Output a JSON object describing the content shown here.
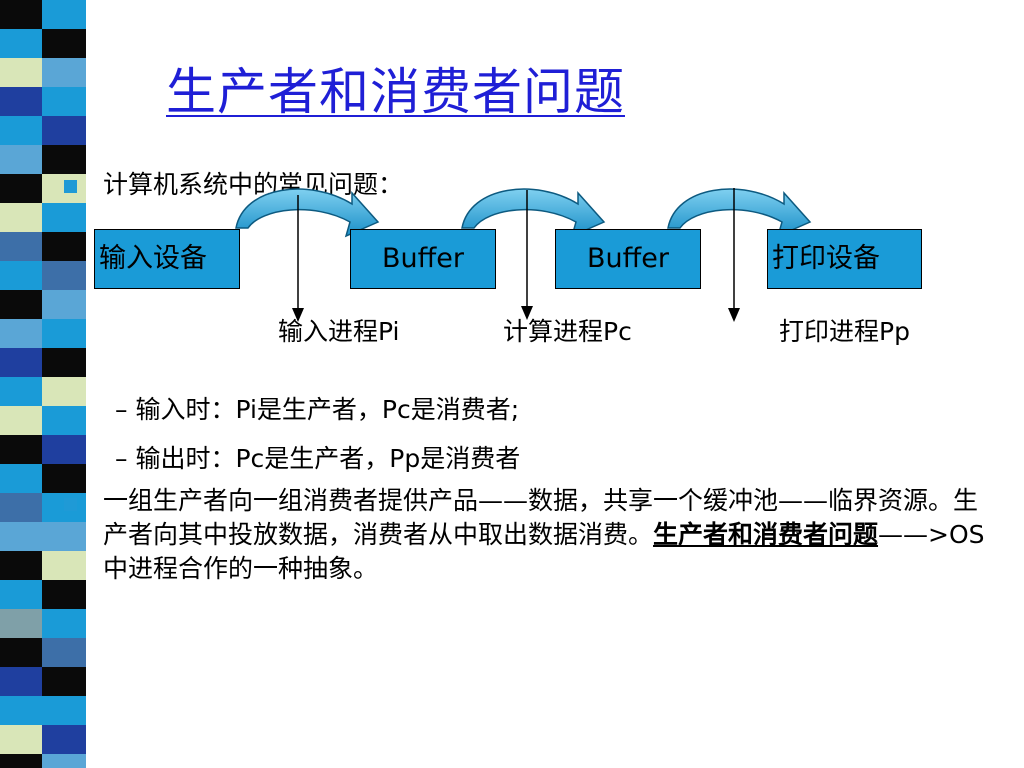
{
  "title": "生产者和消费者问题",
  "bullet1": "计算机系统中的常见问题：",
  "boxes": [
    "输入设备",
    "Buffer",
    "Buffer",
    "打印设备"
  ],
  "processes": [
    "输入进程Pi",
    "计算进程Pc",
    "打印进程Pp"
  ],
  "sub1": "– 输入时：Pi是生产者，Pc是消费者;",
  "sub2": "– 输出时：Pc是生产者，Pp是消费者",
  "para": {
    "part1": "一组生产者向一组消费者提供产品——数据，共享一个缓冲池——临界资源。生产者向其中投放数据，消费者从中取出数据消费。",
    "emphasis": "生产者和消费者问题",
    "part2": "——>OS中进程合作的一种抽象。"
  },
  "colors": {
    "title": "#1f1fd6",
    "box_fill": "#1a9bd7",
    "arrow_fill": "#1aa0d8",
    "strip": [
      "#0a0a0a",
      "#1a9bd7",
      "#d9e6b8",
      "#1f3f9f",
      "#5aa6d6",
      "#3d6fa8",
      "#7fa0a8"
    ]
  }
}
